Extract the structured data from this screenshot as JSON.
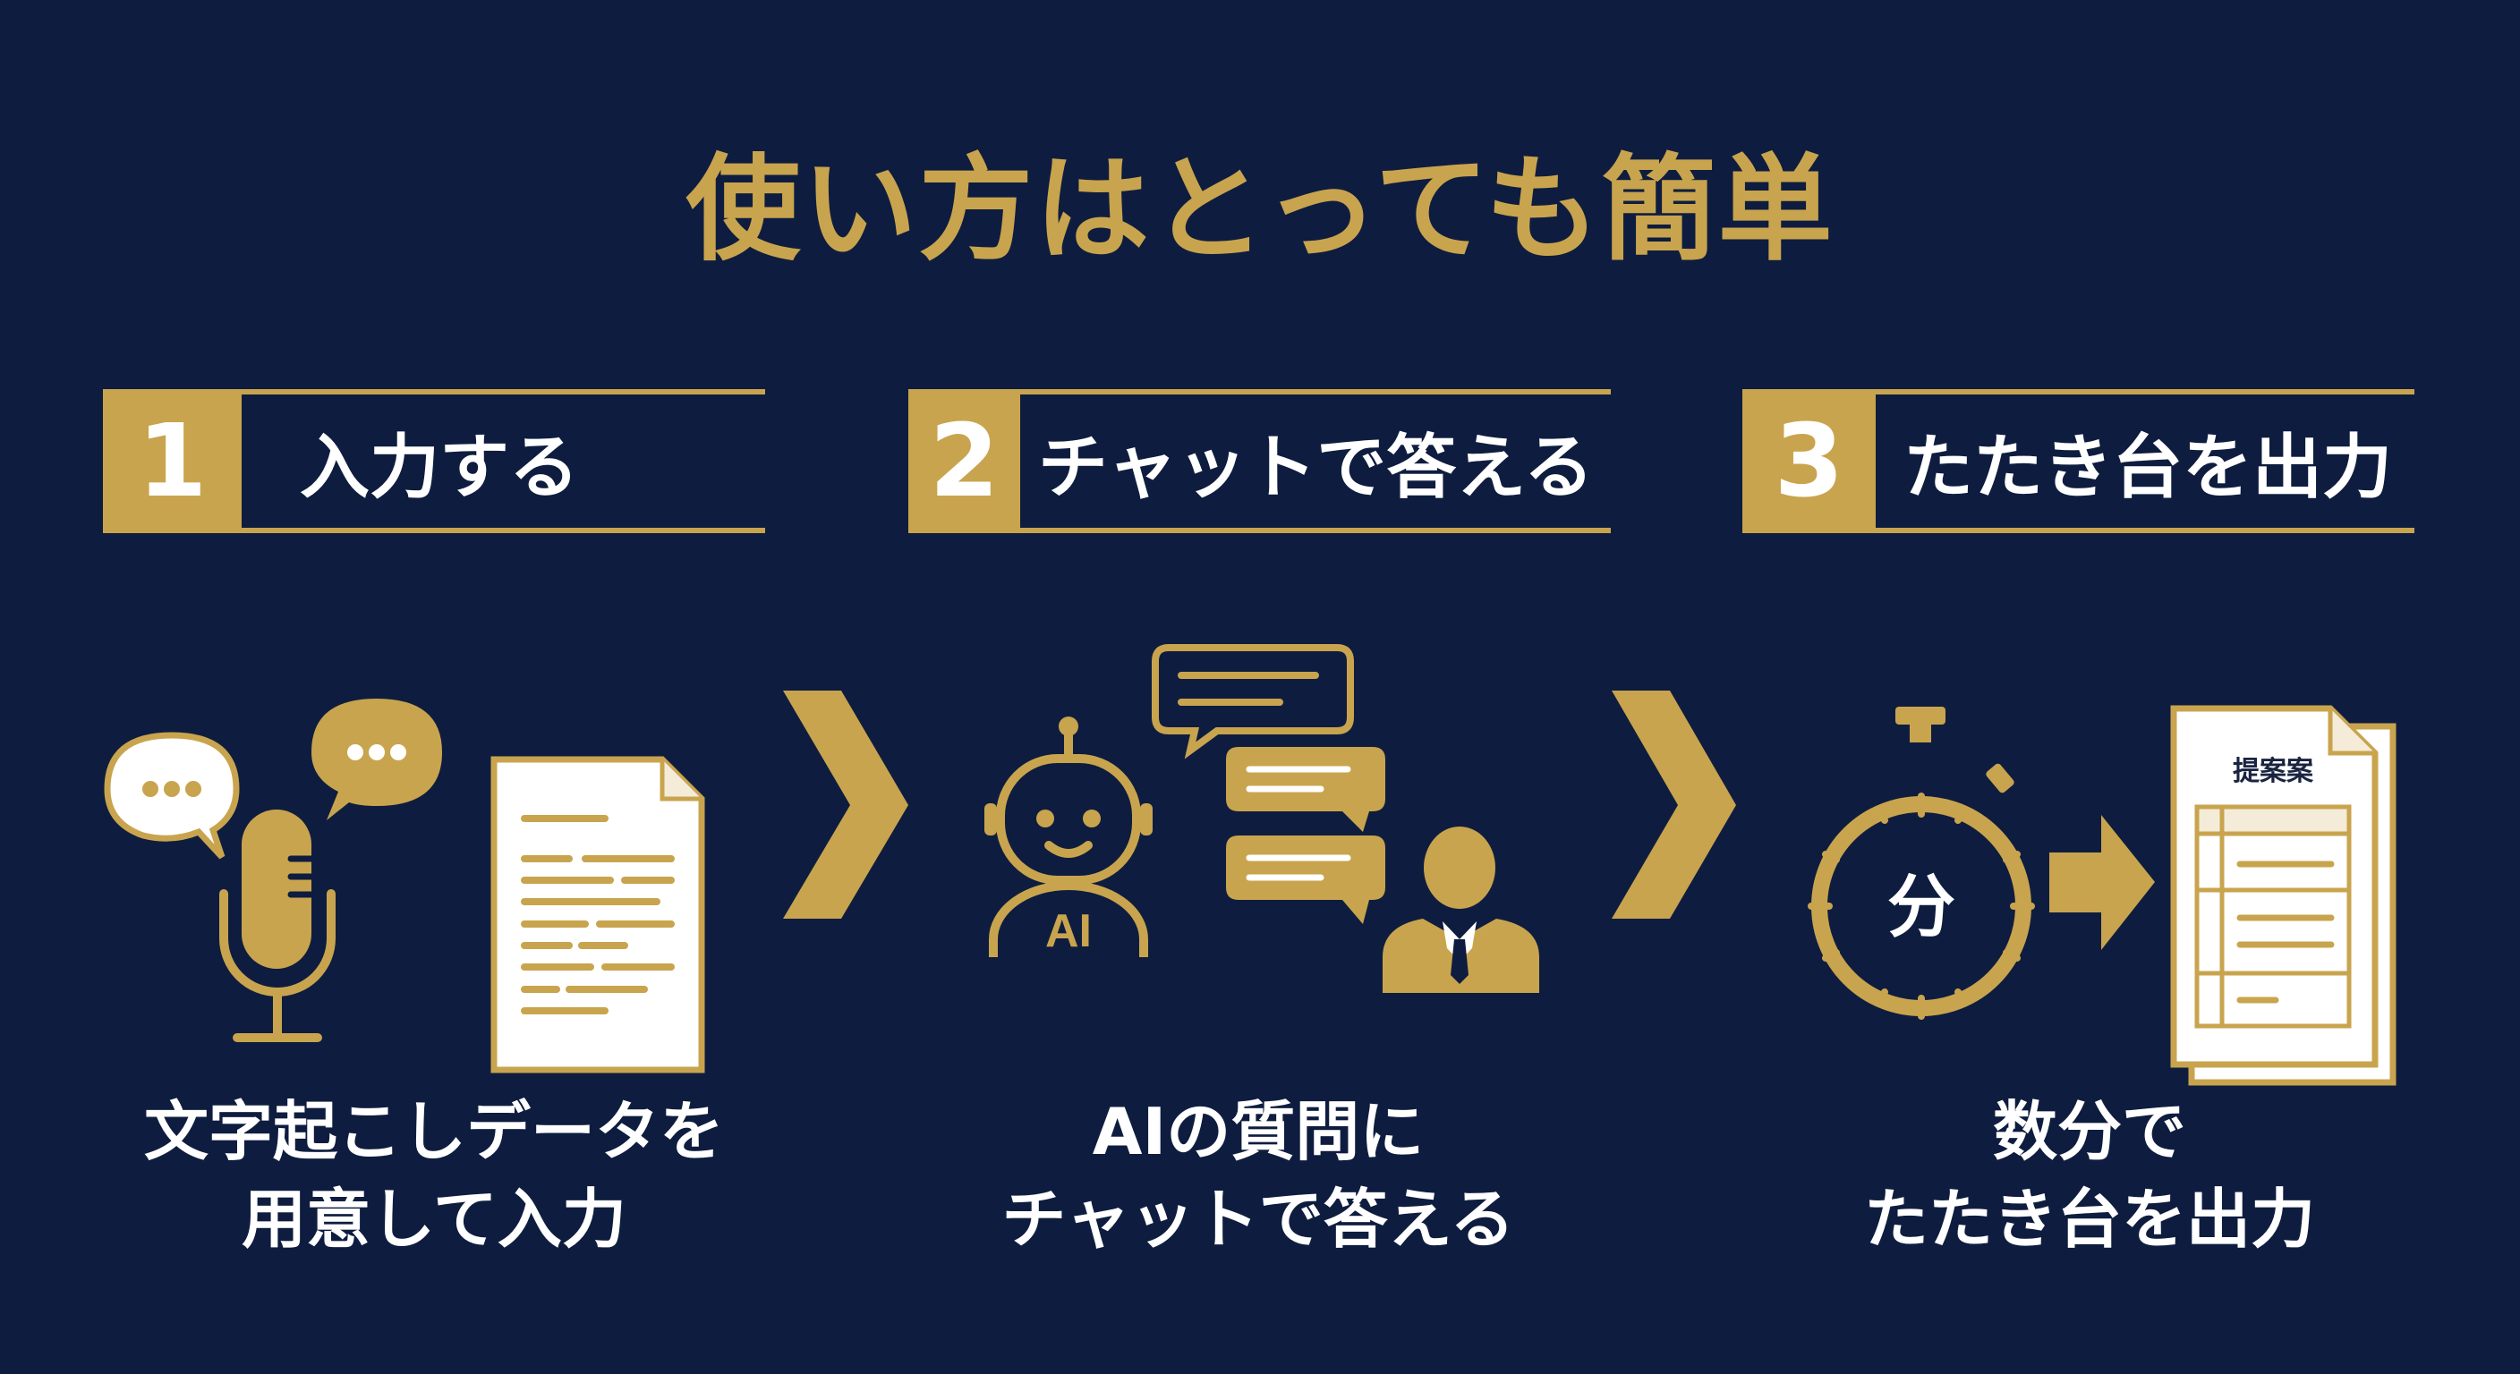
{
  "title": "使い方はとっても簡単",
  "steps": [
    {
      "number": "1",
      "label": "入力する",
      "caption_line1": "文字起こしデータを",
      "caption_line2": "用意して入力"
    },
    {
      "number": "2",
      "label": "チャットで答える",
      "caption_line1": "AIの質問に",
      "caption_line2": "チャットで答える"
    },
    {
      "number": "3",
      "label": "たたき台を出力",
      "caption_line1": "数分で",
      "caption_line2": "たたき台を出力"
    }
  ],
  "icons": {
    "robot_label": "AI",
    "stopwatch_label": "分",
    "proposal_doc_title": "提案案"
  },
  "colors": {
    "background": "#0e1d3f",
    "gold": "#c9a44e",
    "white": "#ffffff"
  }
}
